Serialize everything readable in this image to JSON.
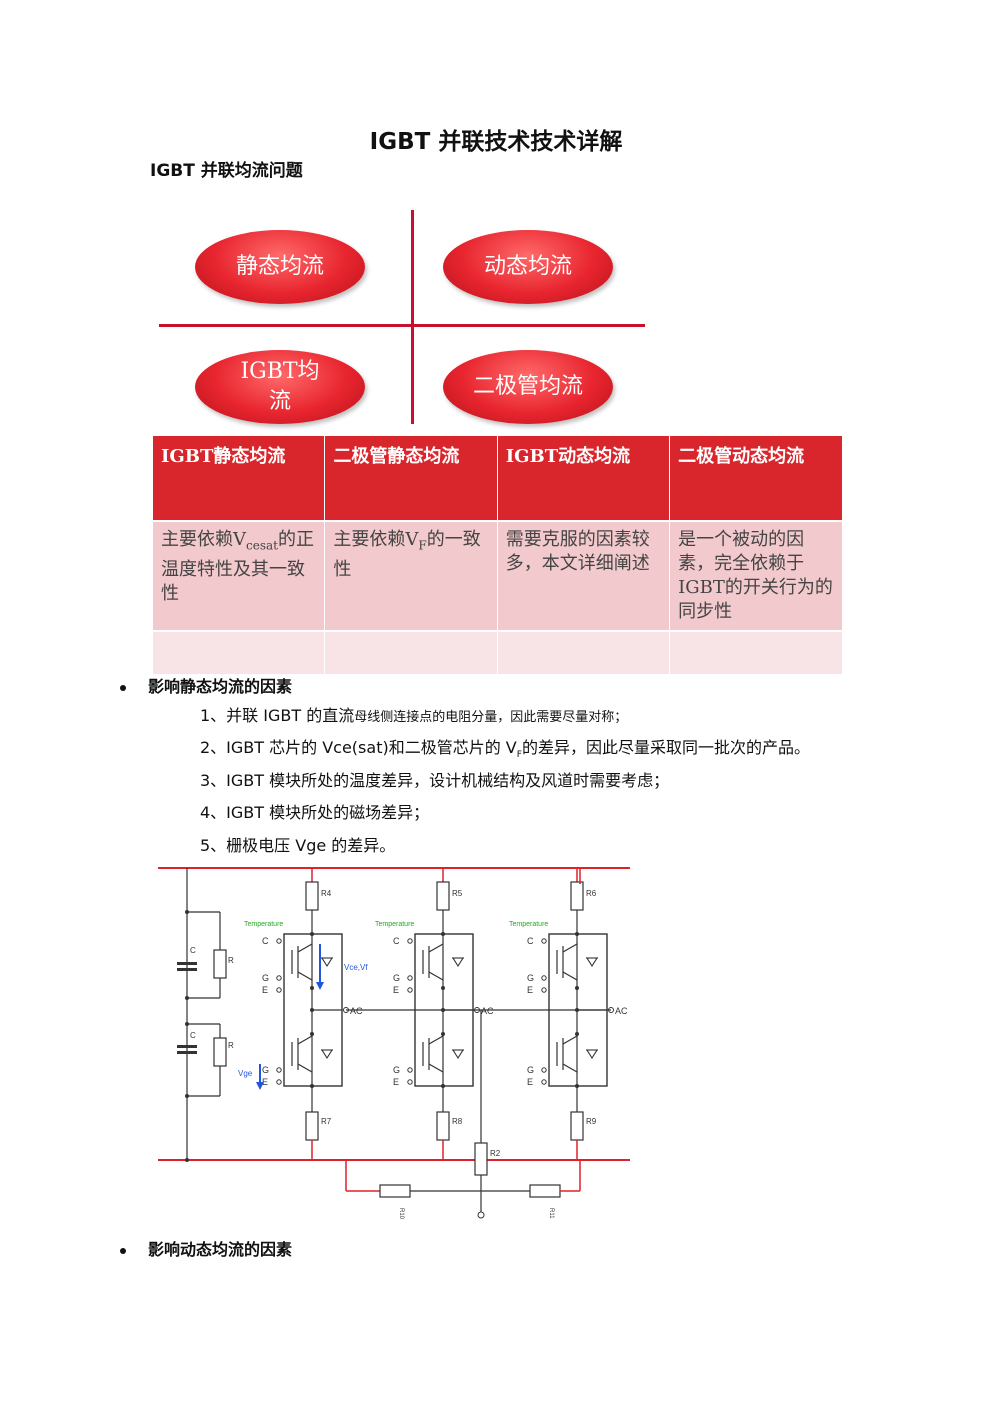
{
  "document": {
    "title": "IGBT 并联技术技术详解",
    "section_title": "IGBT 并联均流问题"
  },
  "quadrant": {
    "top_left": "静态均流",
    "top_right": "动态均流",
    "bottom_left": "IGBT均流",
    "bottom_right": "二极管均流"
  },
  "table": {
    "headers": [
      "IGBT静态均流",
      "二极管静态均流",
      "IGBT动态均流",
      "二极管动态均流"
    ],
    "cells": {
      "c1_pre": "主要依赖V",
      "c1_sub": "cesat",
      "c1_post": "的正温度特性及其一致性",
      "c2_pre": "主要依赖V",
      "c2_sub": "F",
      "c2_post": "的一致性",
      "c3": "需要克服的因素较多，本文详细阐述",
      "c4": "是一个被动的因素，完全依赖于IGBT的开关行为的同步性"
    }
  },
  "static_factors": {
    "heading": "影响静态均流的因素",
    "item1_a": "1、并联 IGBT 的直流",
    "item1_b": "母线侧连接点的电阻分量，因此需要尽量对称；",
    "item2_a": "2、IGBT 芯片的 Vce(sat)和二极管芯片的 V",
    "item2_sub": "F",
    "item2_b": "的差异，因此尽量采取同一批次的产品。",
    "item3": "3、IGBT 模块所处的温度差异，设计机械结构及风道时需要考虑；",
    "item4": "4、IGBT 模块所处的磁场差异；",
    "item5": "5、栅极电压 Vge 的差异。"
  },
  "circuit": {
    "resistors_top": [
      "R4",
      "R5",
      "R6"
    ],
    "resistors_bottom": [
      "R7",
      "R8",
      "R9"
    ],
    "r2": "R2",
    "r_horizontal": [
      "R10",
      "R11"
    ],
    "cap_label": "C",
    "res_label": "R",
    "temperature": "Temperature",
    "pin_c": "C",
    "pin_g": "G",
    "pin_e": "E",
    "ac": "AC",
    "vce_label": "Vce,Vf",
    "vge_label": "Vge",
    "colors": {
      "bus": "#e0202a",
      "wire": "#333333",
      "temp": "#22aa22",
      "arrow": "#2255dd"
    }
  },
  "dynamic_factors": {
    "heading": "影响动态均流的因素"
  }
}
